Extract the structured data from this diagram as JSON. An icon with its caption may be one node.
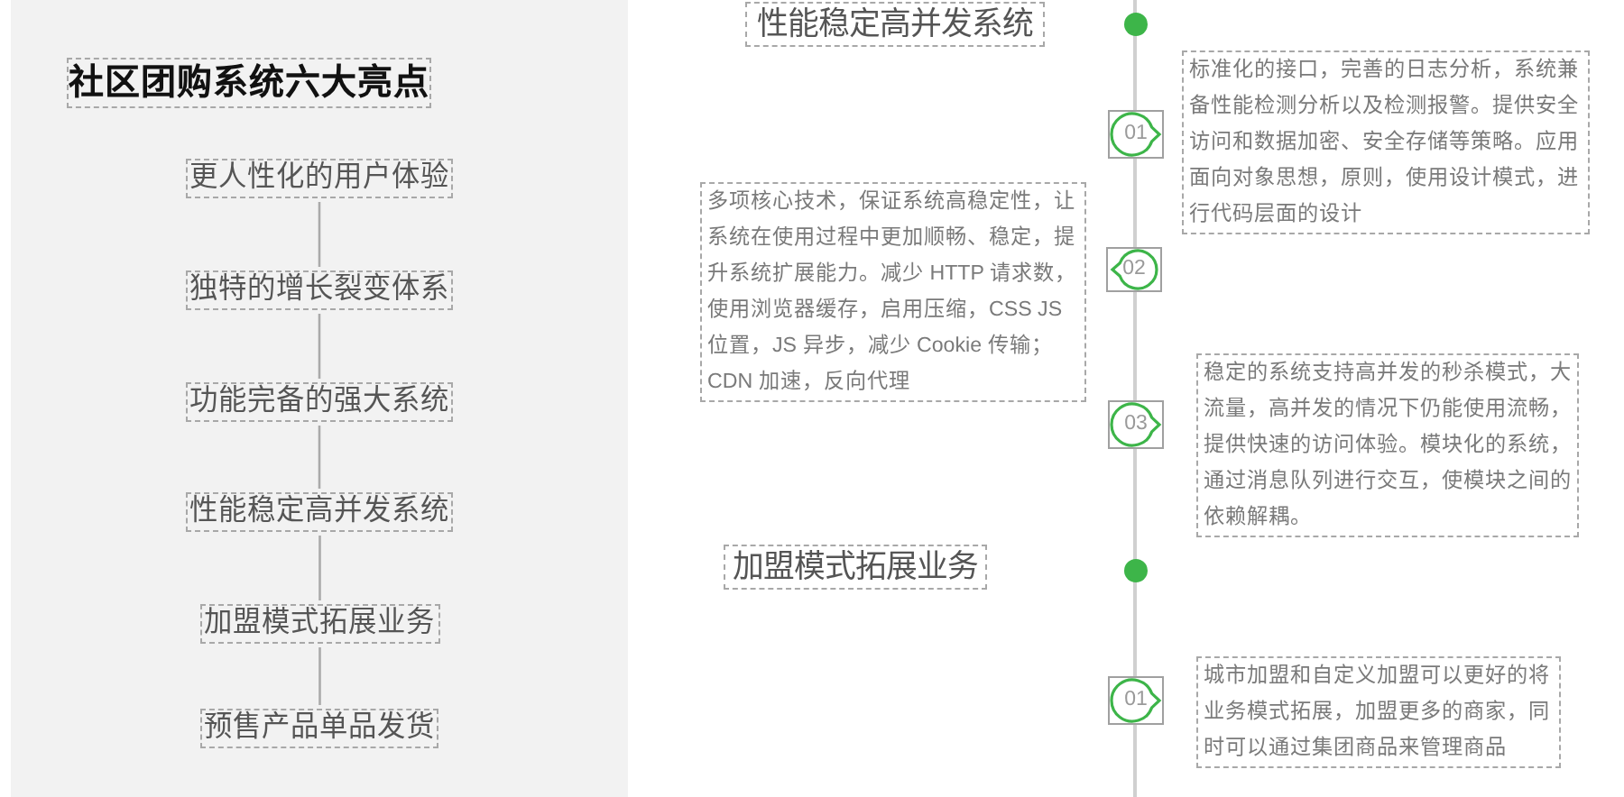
{
  "diagram": {
    "title": "社区团购系统六大亮点",
    "nodes": [
      {
        "text": [
          "更人性化的用户体验"
        ]
      },
      {
        "text": [
          "独特的增长裂变体系"
        ]
      },
      {
        "text": [
          "功能完备的强大系统"
        ]
      },
      {
        "text": [
          "性能稳定高并发系统"
        ]
      },
      {
        "text": [
          "加盟模式拓展业务"
        ]
      },
      {
        "text": [
          "预售产品单品发货"
        ]
      },
      {
        "text": [
          "性能稳定高并发系统"
        ]
      },
      {
        "text": [
          "01"
        ]
      },
      {
        "text": [
          "标准化的接口，完善的日志分析，系统兼备性能检测分析以及检测报警。提供安全访问和数据加密、安全存储等策略。应用面向对象思想，原则，使用设计模式，进行代码层面的设计"
        ]
      },
      {
        "text": [
          "02"
        ]
      },
      {
        "text": [
          "多项核心技术，保证系统高稳定性，让系统在使用过程中更加顺畅、稳定，提升系统扩展能力。减少 HTTP 请求数，使用浏览器缓存，启用压缩，CSS JS 位置，JS 异步，减少 Cookie 传输；CDN 加速，反向代理"
        ]
      },
      {
        "text": [
          "03"
        ]
      },
      {
        "text": [
          "稳定的系统支持高并发的秒杀模式，大流量，高并发的情况下仍能使用流畅，提供快速的访问体验。模块化的系统，通过消息队列进行交互，使模块之间的依赖解耦。"
        ]
      },
      {
        "text": [
          "加盟模式拓展业务"
        ]
      },
      {
        "text": [
          "01"
        ]
      },
      {
        "text": [
          "城市加盟和自定义加盟可以更好的将业务模式拓展，加盟更多的商家，同时可以通过集团商品来管理商品"
        ]
      }
    ],
    "edges": [
      {
        "from": 0,
        "to": 1,
        "arrow": "none"
      },
      {
        "from": 1,
        "to": 2,
        "arrow": "none"
      },
      {
        "from": 2,
        "to": 3,
        "arrow": "none"
      },
      {
        "from": 3,
        "to": 4,
        "arrow": "none"
      },
      {
        "from": 4,
        "to": 5,
        "arrow": "none"
      }
    ]
  }
}
